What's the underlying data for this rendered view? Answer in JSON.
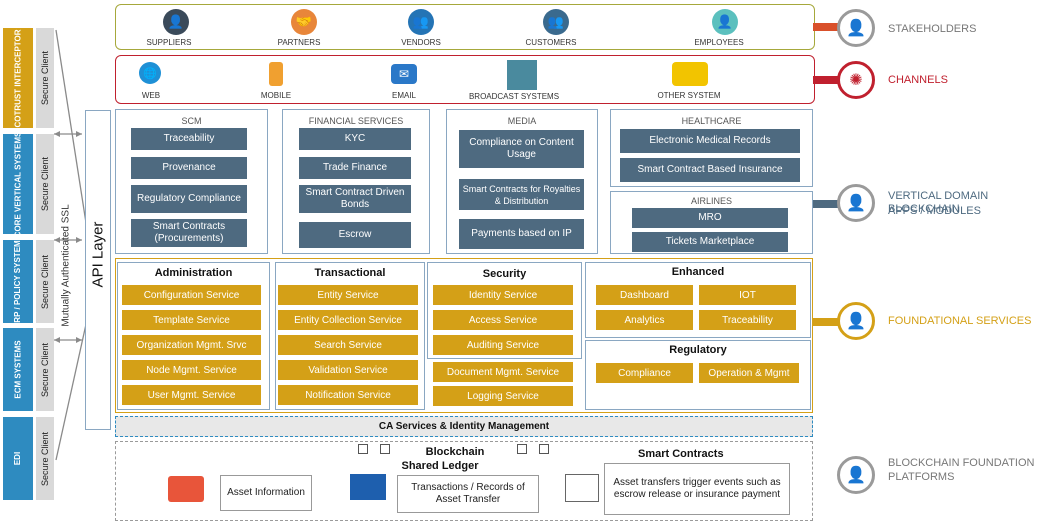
{
  "left": {
    "systems": [
      {
        "label": "COTRUST INTERCEPTOR",
        "color": "#d4a017"
      },
      {
        "label": "CORE VERTICAL SYSTEMS",
        "color": "#2e8bc0"
      },
      {
        "label": "ERP / POLICY SYSTEMS",
        "color": "#2e8bc0"
      },
      {
        "label": "ECM SYSTEMS",
        "color": "#2e8bc0"
      },
      {
        "label": "EDI",
        "color": "#2e8bc0"
      }
    ],
    "secure_client": "Secure Client",
    "ssl_label": "Mutually Authenticated SSL",
    "api_layer": "API Layer"
  },
  "stakeholders": {
    "items": [
      "SUPPLIERS",
      "PARTNERS",
      "VENDORS",
      "CUSTOMERS",
      "EMPLOYEES"
    ],
    "label": "STAKEHOLDERS",
    "color": "#a6a83b"
  },
  "channels": {
    "items": [
      "WEB",
      "MOBILE",
      "EMAIL",
      "BROADCAST SYSTEMS",
      "OTHER SYSTEM"
    ],
    "label": "CHANNELS",
    "color": "#c0202e"
  },
  "vertical": {
    "label_line1": "VERTICAL DOMAIN BLOCKCHAIN",
    "label_line2": "APPS / MODULES",
    "scm": {
      "title": "SCM",
      "items": [
        "Traceability",
        "Provenance",
        "Regulatory Compliance",
        "Smart Contracts (Procurements)"
      ]
    },
    "financial": {
      "title": "FINANCIAL SERVICES",
      "items": [
        "KYC",
        "Trade Finance",
        "Smart Contract Driven Bonds",
        "Escrow"
      ]
    },
    "media": {
      "title": "MEDIA",
      "items": [
        "Compliance on Content Usage",
        "Smart Contracts for Royalties & Distribution",
        "Payments based on IP"
      ]
    },
    "healthcare": {
      "title": "HEALTHCARE",
      "items": [
        "Electronic Medical Records",
        "Smart Contract Based Insurance"
      ]
    },
    "airlines": {
      "title": "AIRLINES",
      "items": [
        "MRO",
        "Tickets Marketplace"
      ]
    }
  },
  "foundational": {
    "label": "FOUNDATIONAL SERVICES",
    "administration": {
      "title": "Administration",
      "items": [
        "Configuration Service",
        "Template Service",
        "Organization Mgmt. Srvc",
        "Node Mgmt. Service",
        "User Mgmt. Service"
      ]
    },
    "transactional": {
      "title": "Transactional",
      "items": [
        "Entity Service",
        "Entity Collection Service",
        "Search Service",
        "Validation Service",
        "Notification Service"
      ]
    },
    "security": {
      "title": "Security",
      "items": [
        "Identity Service",
        "Access Service",
        "Auditing Service"
      ]
    },
    "extra": [
      "Document Mgmt. Service",
      "Logging Service"
    ],
    "enhanced": {
      "title": "Enhanced",
      "items": [
        "Dashboard",
        "IOT",
        "Analytics",
        "Traceability"
      ]
    },
    "regulatory": {
      "title": "Regulatory",
      "items": [
        "Compliance",
        "Operation & Mgmt"
      ]
    }
  },
  "ca": "CA Services & Identity Management",
  "blockchain": {
    "label_line1": "BLOCKCHAIN FOUNDATION",
    "label_line2": "PLATFORMS",
    "title_line1": "Blockchain",
    "title_line2": "Shared Ledger",
    "smart_contracts": "Smart Contracts",
    "asset_info": "Asset Information",
    "transactions": "Transactions / Records of Asset Transfer",
    "asset_transfers": "Asset transfers trigger events such as escrow release or insurance payment"
  }
}
